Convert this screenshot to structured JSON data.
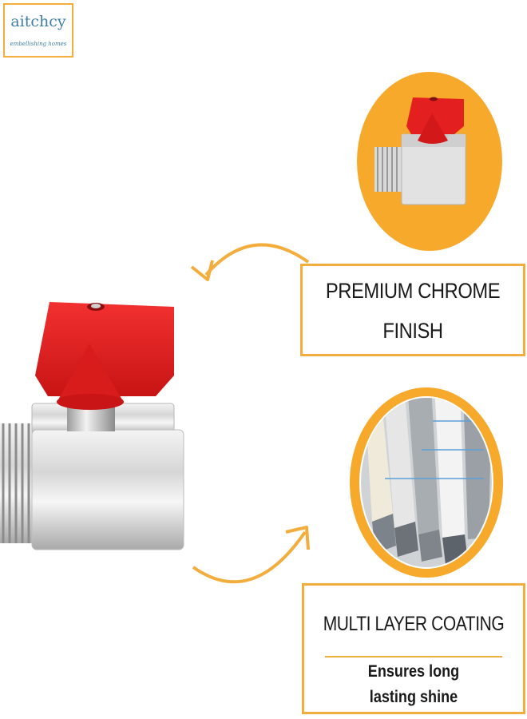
{
  "brand": {
    "name": "aitchcy",
    "tagline": "embellishing homes",
    "accent_color": "#f3ad3c"
  },
  "features": [
    {
      "title_line1": "PREMIUM CHROME",
      "title_line2": "FINISH"
    },
    {
      "title": "MULTI LAYER COATING",
      "subtitle_line1": "Ensures long",
      "subtitle_line2": "lasting shine"
    }
  ],
  "colors": {
    "handle_red": "#e01f1f",
    "chrome": "#d8d8d8",
    "circle_orange": "#f7a92c"
  },
  "icons": [
    "curved-arrow-icon",
    "ball-valve-image",
    "chrome-layers-image"
  ]
}
